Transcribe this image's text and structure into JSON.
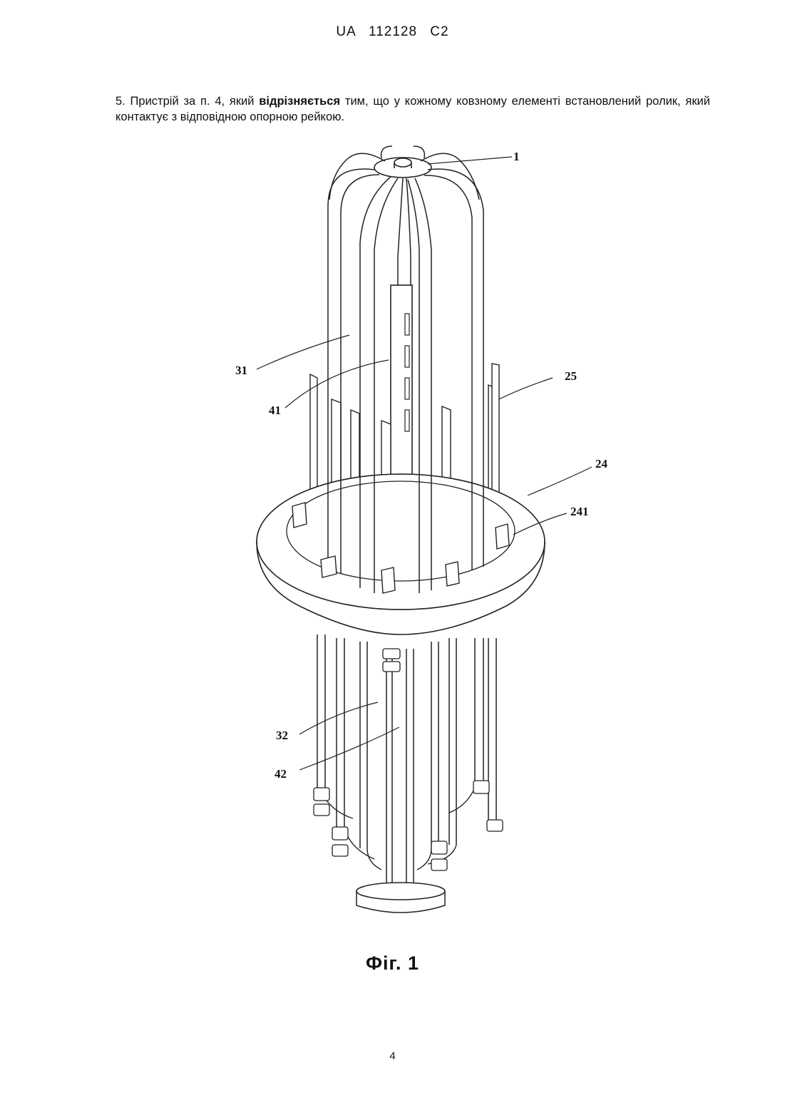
{
  "header": {
    "doc_number": "UA   112128   C2"
  },
  "claim": {
    "lead": "5. Пристрій за п. 4, який ",
    "emphasis": "відрізняється",
    "rest": " тим, що у кожному ковзному елементі встановлений ролик, який контактує з відповідною опорною рейкою."
  },
  "figure": {
    "labels": {
      "ref_1": "1",
      "ref_31": "31",
      "ref_41": "41",
      "ref_25": "25",
      "ref_24": "24",
      "ref_241": "241",
      "ref_32": "32",
      "ref_42": "42"
    },
    "caption": "Фіг. 1"
  },
  "footer": {
    "page_number": "4"
  }
}
